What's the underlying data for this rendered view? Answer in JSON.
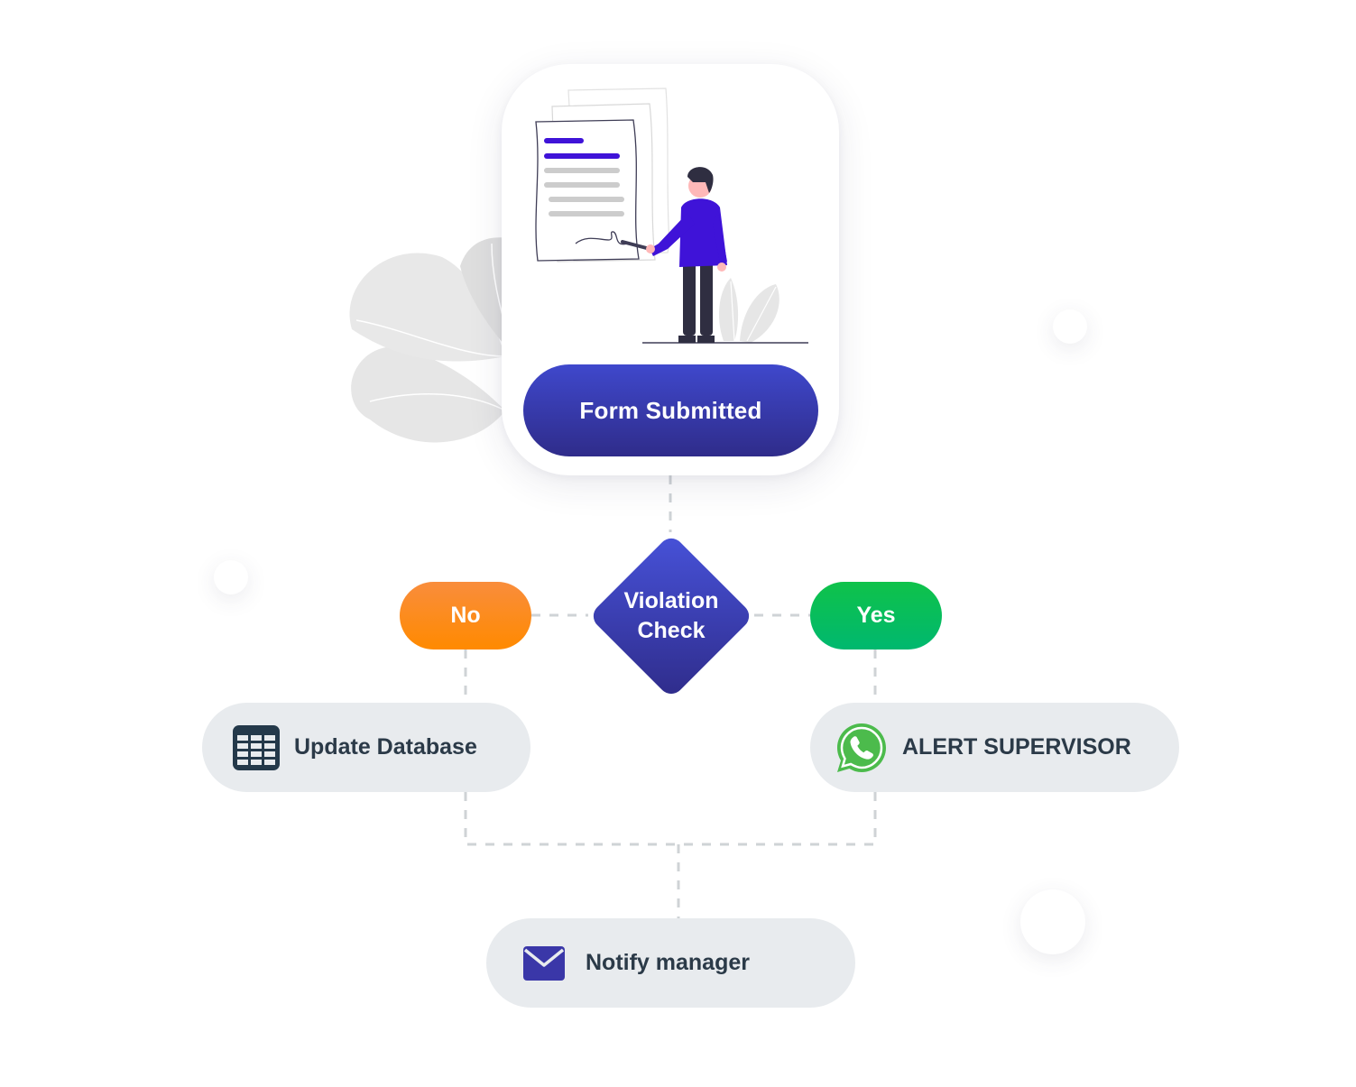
{
  "start": {
    "label": "Form Submitted"
  },
  "decision": {
    "label": "Violation\nCheck"
  },
  "branches": {
    "no": {
      "label": "No"
    },
    "yes": {
      "label": "Yes"
    }
  },
  "actions": {
    "update_database": {
      "label": "Update Database",
      "icon": "spreadsheet-icon"
    },
    "alert_supervisor": {
      "label": "ALERT SUPERVISOR",
      "icon": "whatsapp-icon"
    },
    "notify_manager": {
      "label": "Notify manager",
      "icon": "envelope-icon"
    }
  },
  "colors": {
    "primary": "#3a3fb0",
    "no_orange": "#ff8a00",
    "yes_green": "#00b86f",
    "action_bg": "#e8ebee",
    "connector": "#cfd3d6"
  }
}
